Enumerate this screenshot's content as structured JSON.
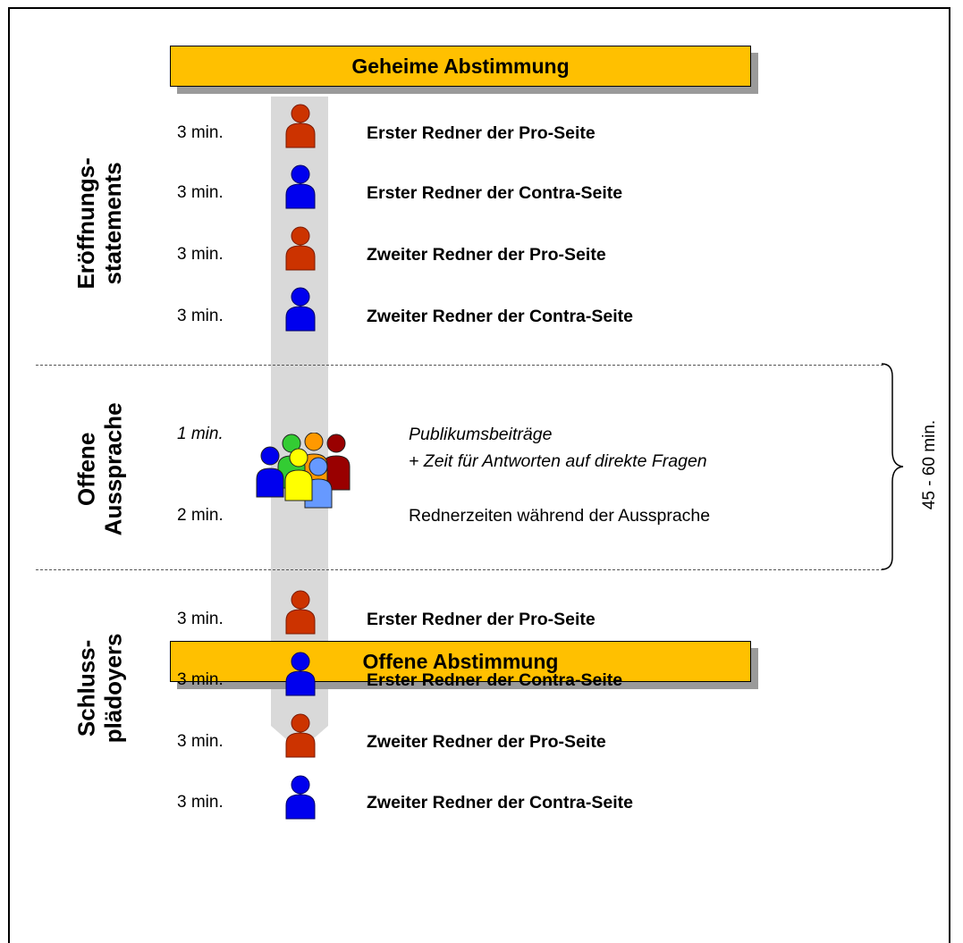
{
  "banners": {
    "top": "Geheime Abstimmung",
    "bottom": "Offene Abstimmung"
  },
  "sections": {
    "opening": {
      "line1": "Eröffnungs-",
      "line2": "statements"
    },
    "open_debate": {
      "line1": "Offene",
      "line2": "Aussprache"
    },
    "closing": {
      "line1": "Schluss-",
      "line2": "plädoyers"
    }
  },
  "opening_rows": [
    {
      "time": "3 min.",
      "speaker": "Erster Redner der Pro-Seite",
      "side": "pro"
    },
    {
      "time": "3 min.",
      "speaker": "Erster Redner der Contra-Seite",
      "side": "contra"
    },
    {
      "time": "3 min.",
      "speaker": "Zweiter Redner der Pro-Seite",
      "side": "pro"
    },
    {
      "time": "3 min.",
      "speaker": "Zweiter Redner der Contra-Seite",
      "side": "contra"
    }
  ],
  "open_debate": {
    "time1": "1 min.",
    "text1_line1": "Publikumsbeiträge",
    "text1_line2": "+ Zeit für Antworten auf direkte Fragen",
    "time2": "2 min.",
    "text2": "Rednerzeiten während der Aussprache"
  },
  "closing_rows": [
    {
      "time": "3 min.",
      "speaker": "Erster Redner der Pro-Seite",
      "side": "pro"
    },
    {
      "time": "3 min.",
      "speaker": "Erster Redner der Contra-Seite",
      "side": "contra"
    },
    {
      "time": "3 min.",
      "speaker": "Zweiter Redner der Pro-Seite",
      "side": "pro"
    },
    {
      "time": "3 min.",
      "speaker": "Zweiter Redner der Contra-Seite",
      "side": "contra"
    }
  ],
  "range_label": "45 - 60 min.",
  "colors": {
    "pro": "#cc3300",
    "contra": "#0000ee",
    "banner": "#ffc000",
    "timeline": "#d9d9d9",
    "group": [
      "#0000ee",
      "#33cc33",
      "#ff9900",
      "#990000",
      "#ffff00",
      "#6699ff"
    ]
  }
}
